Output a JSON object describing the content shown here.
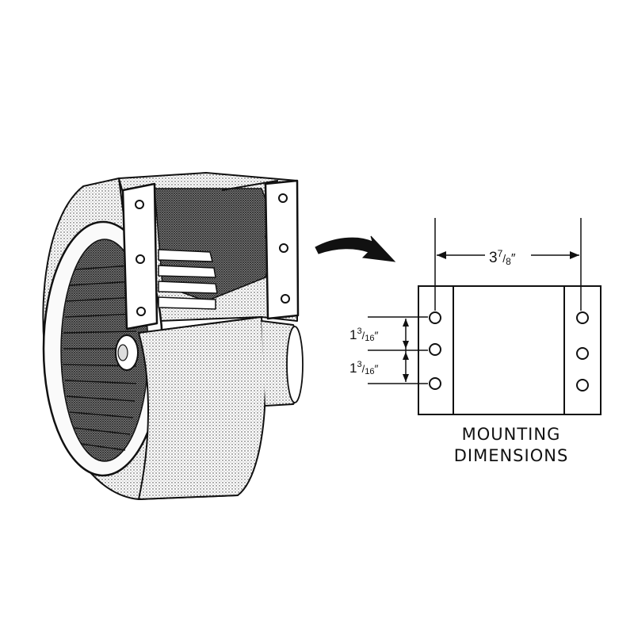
{
  "diagram": {
    "width_label": {
      "whole": "3",
      "num": "7",
      "den": "8",
      "unit": "″"
    },
    "spacing_labels": [
      {
        "whole": "1",
        "num": "3",
        "den": "16",
        "unit": "″"
      },
      {
        "whole": "1",
        "num": "3",
        "den": "16",
        "unit": "″"
      }
    ],
    "caption_line1": "MOUNTING",
    "caption_line2": "DIMENSIONS"
  },
  "illustration": {
    "subject": "blower-icon"
  },
  "colors": {
    "ink": "#111111",
    "paper": "#ffffff",
    "shade": "#555555"
  }
}
